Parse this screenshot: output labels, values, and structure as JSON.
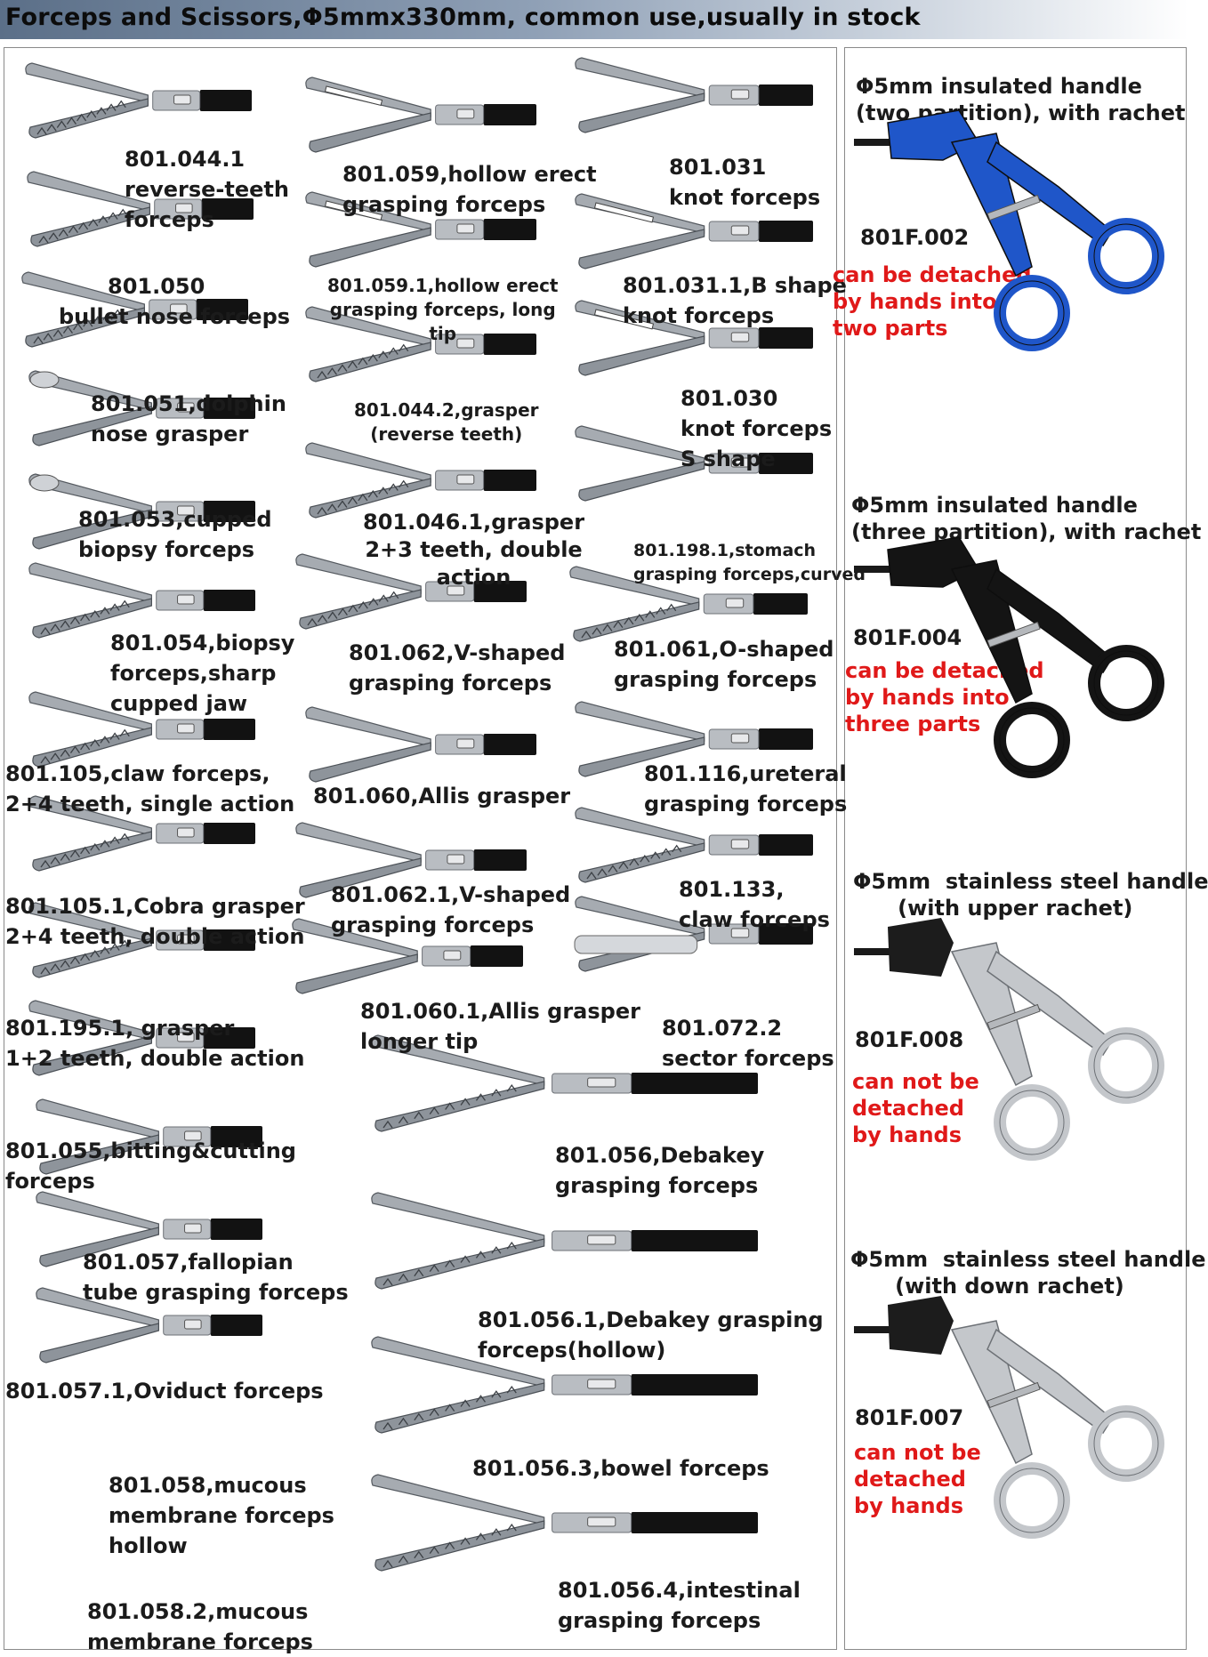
{
  "header": {
    "title": "Forceps and Scissors,Φ5mmx330mm, common use,usually in stock"
  },
  "column1": [
    {
      "label": "801.044.1\nreverse-teeth\nforceps",
      "jaw": "reverse-teeth"
    },
    {
      "label": "801.050\nbullet nose forceps",
      "jaw": "serrated"
    },
    {
      "label": "801.051,dolphin\nnose grasper",
      "jaw": "serrated"
    },
    {
      "label": "801.053,cupped\nbiopsy forceps",
      "jaw": "cupped"
    },
    {
      "label": "801.054,biopsy\nforceps,sharp\ncupped jaw",
      "jaw": "cupped"
    },
    {
      "label": "801.105,claw forceps,\n2+4 teeth, single action",
      "jaw": "claw"
    },
    {
      "label": "801.105.1,Cobra grasper\n2+4 teeth, double action",
      "jaw": "serrated"
    },
    {
      "label": "801.195.1, grasper\n1+2 teeth, double action",
      "jaw": "serrated"
    },
    {
      "label": "801.055,bitting&cutting\nforceps",
      "jaw": "claw"
    },
    {
      "label": "801.057,fallopian\ntube grasping forceps",
      "jaw": "curved"
    },
    {
      "label": "801.057.1,Oviduct forceps",
      "jaw": "curved"
    },
    {
      "label": "801.058,mucous\nmembrane forceps\nhollow",
      "jaw": "curved"
    },
    {
      "label": "801.058.2,mucous\nmembrane forceps",
      "jaw": "curved"
    }
  ],
  "column2": [
    {
      "label": "801.059,hollow erect\ngrasping forceps",
      "jaw": "fenestrated"
    },
    {
      "label": "801.059.1,hollow erect\ngrasping forceps, long\ntip",
      "jaw": "fenestrated"
    },
    {
      "label": "801.044.2,grasper\n(reverse teeth)",
      "jaw": "reverse-teeth"
    },
    {
      "label": "801.046.1,grasper\n2+3 teeth, double\naction",
      "jaw": "reverse-teeth"
    },
    {
      "label": "801.062,V-shaped\ngrasping forceps",
      "jaw": "serrated"
    },
    {
      "label": "801.060,Allis grasper",
      "jaw": "curved"
    },
    {
      "label": "801.062.1,V-shaped\ngrasping forceps",
      "jaw": "curved"
    },
    {
      "label": "801.060.1,Allis grasper\nlonger tip",
      "jaw": "curved"
    }
  ],
  "column3": [
    {
      "label": "801.031\nknot forceps",
      "jaw": "knot"
    },
    {
      "label": "801.031.1,B shape\nknot forceps",
      "jaw": "fenestrated"
    },
    {
      "label": "801.030\nknot forceps\nS shape",
      "jaw": "fenestrated"
    },
    {
      "label": "801.198.1,stomach\ngrasping forceps,curved",
      "jaw": "curved"
    },
    {
      "label": "801.061,O-shaped\ngrasping forceps",
      "jaw": "serrated"
    },
    {
      "label": "801.116,ureteral\ngrasping forceps",
      "jaw": "curved"
    },
    {
      "label": "801.133,\nclaw forceps",
      "jaw": "claw"
    },
    {
      "label": "801.072.2\nsector forceps",
      "jaw": "sector"
    }
  ],
  "long_forceps": [
    {
      "label": "801.056,Debakey\ngrasping forceps"
    },
    {
      "label": "801.056.1,Debakey grasping\nforceps(hollow)"
    },
    {
      "label": "801.056.3,bowel forceps"
    },
    {
      "label": "801.056.4,intestinal\ngrasping forceps"
    }
  ],
  "handles": [
    {
      "title": "Φ5mm insulated handle\n(two partition), with rachet",
      "model": "801F.002",
      "note": "can be detached\nby hands into\ntwo parts",
      "color": "#1f56c9"
    },
    {
      "title": "Φ5mm insulated handle\n(three partition), with rachet",
      "model": "801F.004",
      "note": "can be detached\nby hands into\nthree parts",
      "color": "#141414"
    },
    {
      "title": "Φ5mm  stainless steel handle\n      (with upper rachet)",
      "model": "801F.008",
      "note": "can not be\ndetached\nby hands",
      "color": "#c4c7cb"
    },
    {
      "title": "Φ5mm  stainless steel handle\n      (with down rachet)",
      "model": "801F.007",
      "note": "can not be\ndetached\nby hands",
      "color": "#c4c7cb"
    }
  ]
}
